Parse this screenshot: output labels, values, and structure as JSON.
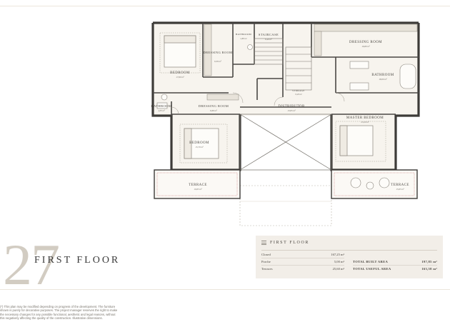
{
  "page": {
    "number": "27",
    "floor_title": "FIRST FLOOR"
  },
  "rooms": {
    "staircase": {
      "label": "STAIRCASE",
      "area": "6,40 m²"
    },
    "bathroom_small": {
      "label": "BATHROOM",
      "area": "2,80 m²"
    },
    "dressing_room_left": {
      "label": "DRESSING ROOM",
      "area": "6,30 m²"
    },
    "dressing_room_top": {
      "label": "DRESSING ROOM",
      "area": "16,80 m²"
    },
    "bedroom_top": {
      "label": "BEDROOM",
      "area": "17,60 m²"
    },
    "bathroom_master": {
      "label": "BATHROOM",
      "area": "18,00 m²"
    },
    "storage": {
      "label": "STORAGE",
      "area": "0,20 m²"
    },
    "bathroom_left": {
      "label": "BATHROOM",
      "area": "4,05 m²"
    },
    "dressing_room_mid": {
      "label": "DRESSING ROOM",
      "area": "6,60 m²"
    },
    "distributor": {
      "label": "DISTRIBUTOR",
      "area": "13,65 m²"
    },
    "master_bedroom": {
      "label": "MASTER BEDROOM",
      "area": "23,20 m²"
    },
    "bedroom_mid": {
      "label": "BEDROOM",
      "area": "15,70 m²"
    },
    "terrace_left": {
      "label": "TERRACE",
      "area": "10,65 m²"
    },
    "terrace_right": {
      "label": "TERRACE",
      "area": "15,65 m²"
    }
  },
  "areas_panel": {
    "title": "FIRST FLOOR",
    "rows": [
      {
        "label": "Closed",
        "value": "167,25 m²"
      },
      {
        "label": "Porche",
        "value": "5,00 m²"
      },
      {
        "label": "Terraces",
        "value": "25,60 m²"
      }
    ],
    "totals": [
      {
        "label": "TOTAL BUILT AREA",
        "value": "197,85 m²"
      },
      {
        "label": "TOTAL USEFUL AREA",
        "value": "163,58 m²"
      }
    ]
  },
  "disclaimer": [
    "(*) This plan may be modified depending on progress of the development. The furniture",
    "shown is purely for decorative purposes. The project manager reserves the right to make",
    "the necessary changes for any possible functional, aesthetic and legal reasons, without",
    "this negatively affecting the quality of the construction. Illustrative dimensions."
  ]
}
